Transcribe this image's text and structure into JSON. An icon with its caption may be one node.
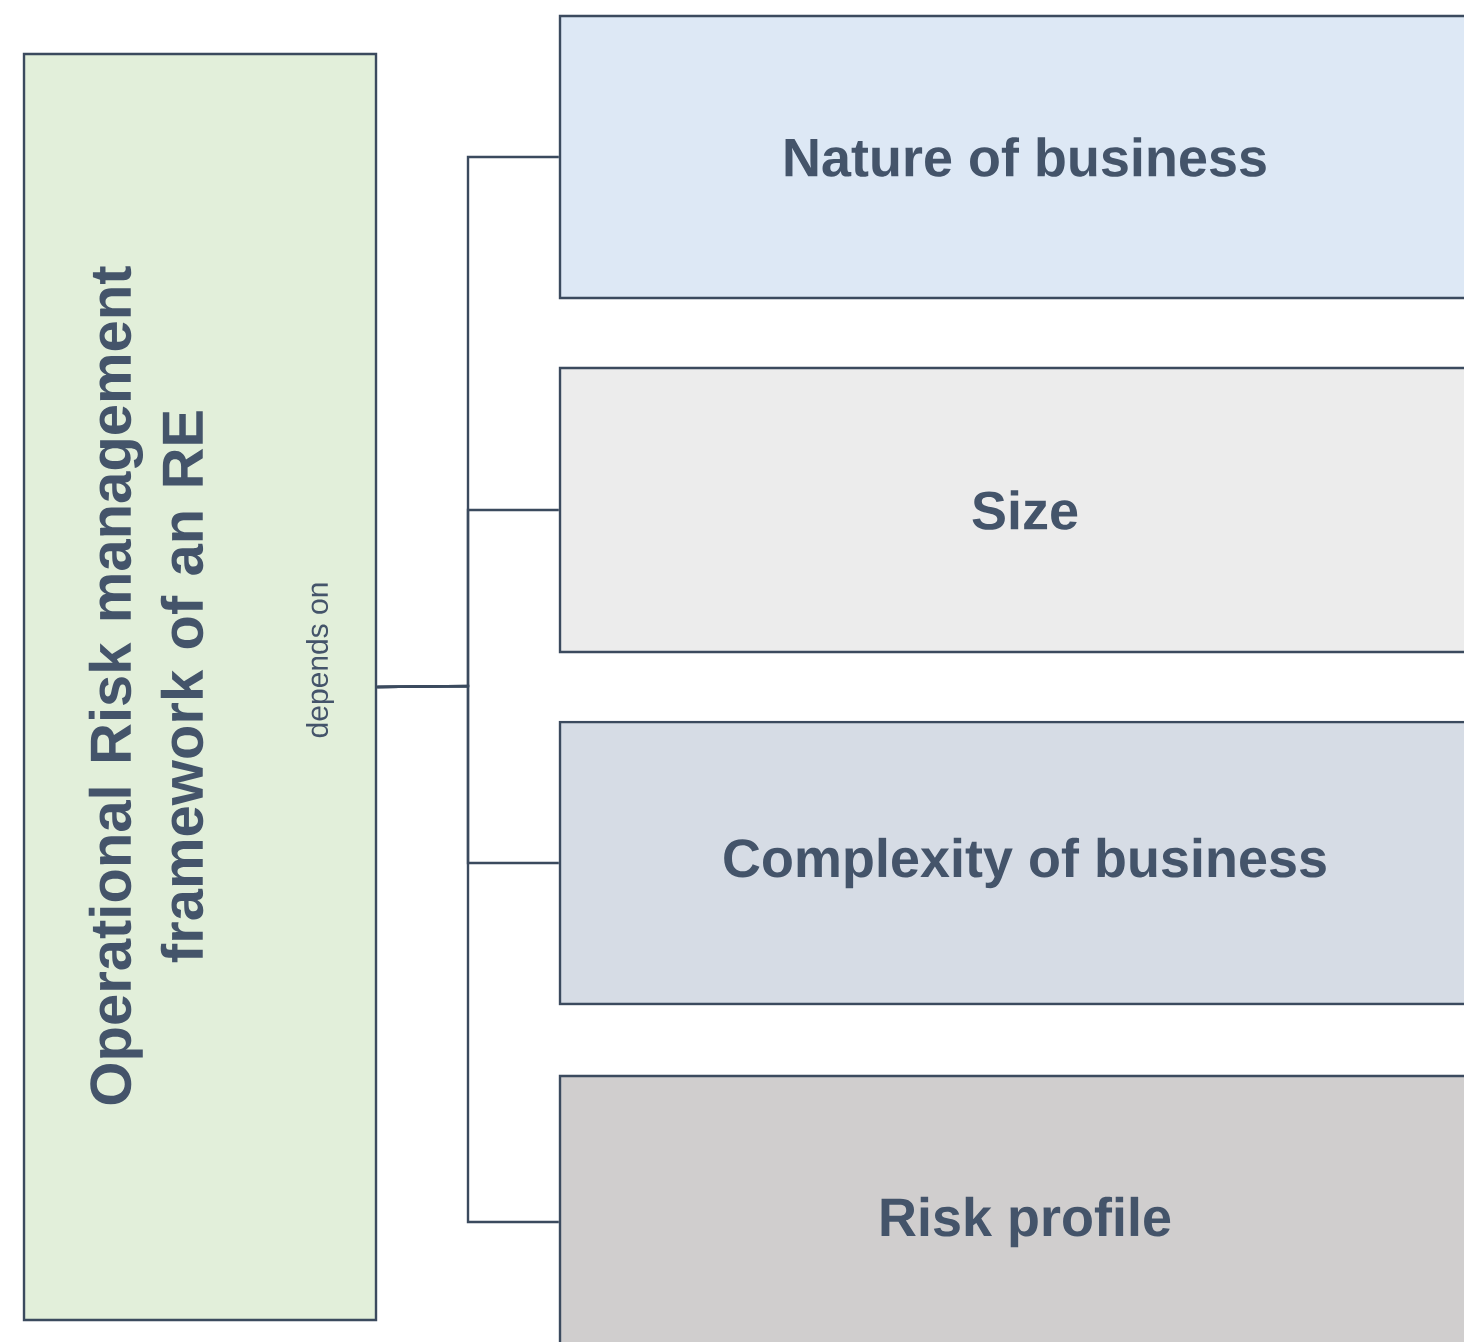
{
  "diagram": {
    "nodes": [
      {
        "text": [
          "Operational Risk management framework of an RE",
          "depends on"
        ]
      },
      {
        "text": [
          "Nature of business"
        ]
      },
      {
        "text": [
          "Size"
        ]
      },
      {
        "text": [
          "Complexity of business"
        ]
      },
      {
        "text": [
          "Risk profile"
        ]
      }
    ],
    "edges": [
      {
        "from": 0,
        "to": 1,
        "arrow": "none"
      },
      {
        "from": 0,
        "to": 2,
        "arrow": "none"
      },
      {
        "from": 0,
        "to": 3,
        "arrow": "none"
      },
      {
        "from": 0,
        "to": 4,
        "arrow": "none"
      }
    ]
  }
}
